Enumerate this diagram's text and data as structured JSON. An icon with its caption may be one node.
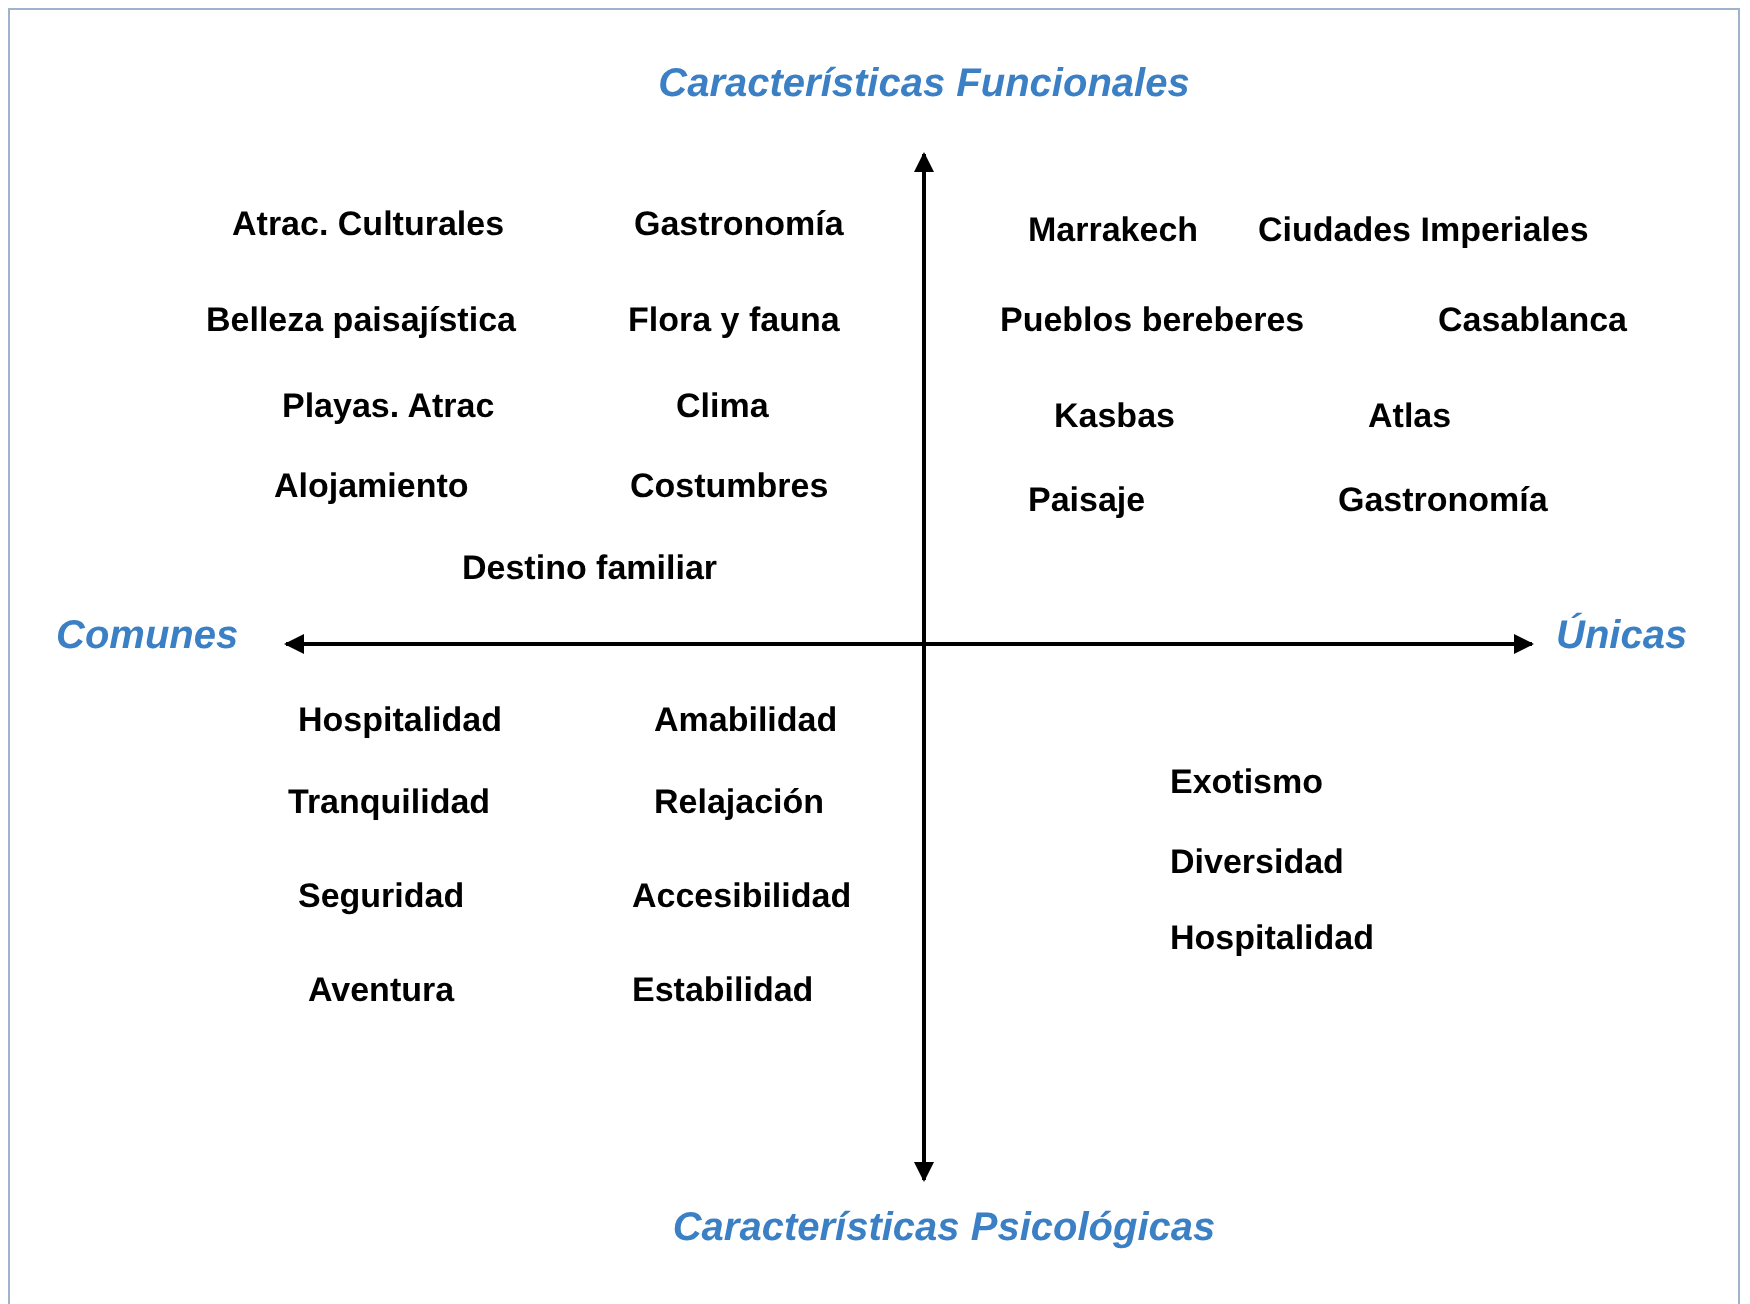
{
  "diagram": {
    "labels": [
      "Características Funcionales",
      "Atrac. Culturales",
      "Gastronomía",
      "Marrakech",
      "Ciudades Imperiales",
      "Belleza paisajística",
      "Flora y fauna",
      "Pueblos bereberes",
      "Casablanca",
      "Playas. Atrac",
      "Clima",
      "Kasbas",
      "Atlas",
      "Alojamiento",
      "Costumbres",
      "Paisaje",
      "Gastronomía",
      "Destino familiar",
      "Comunes",
      "Únicas",
      "Hospitalidad",
      "Amabilidad",
      "Exotismo",
      "Tranquilidad",
      "Relajación",
      "Diversidad",
      "Seguridad",
      "Accesibilidad",
      "Hospitalidad",
      "Aventura",
      "Estabilidad",
      "Características Psicológicas"
    ]
  }
}
